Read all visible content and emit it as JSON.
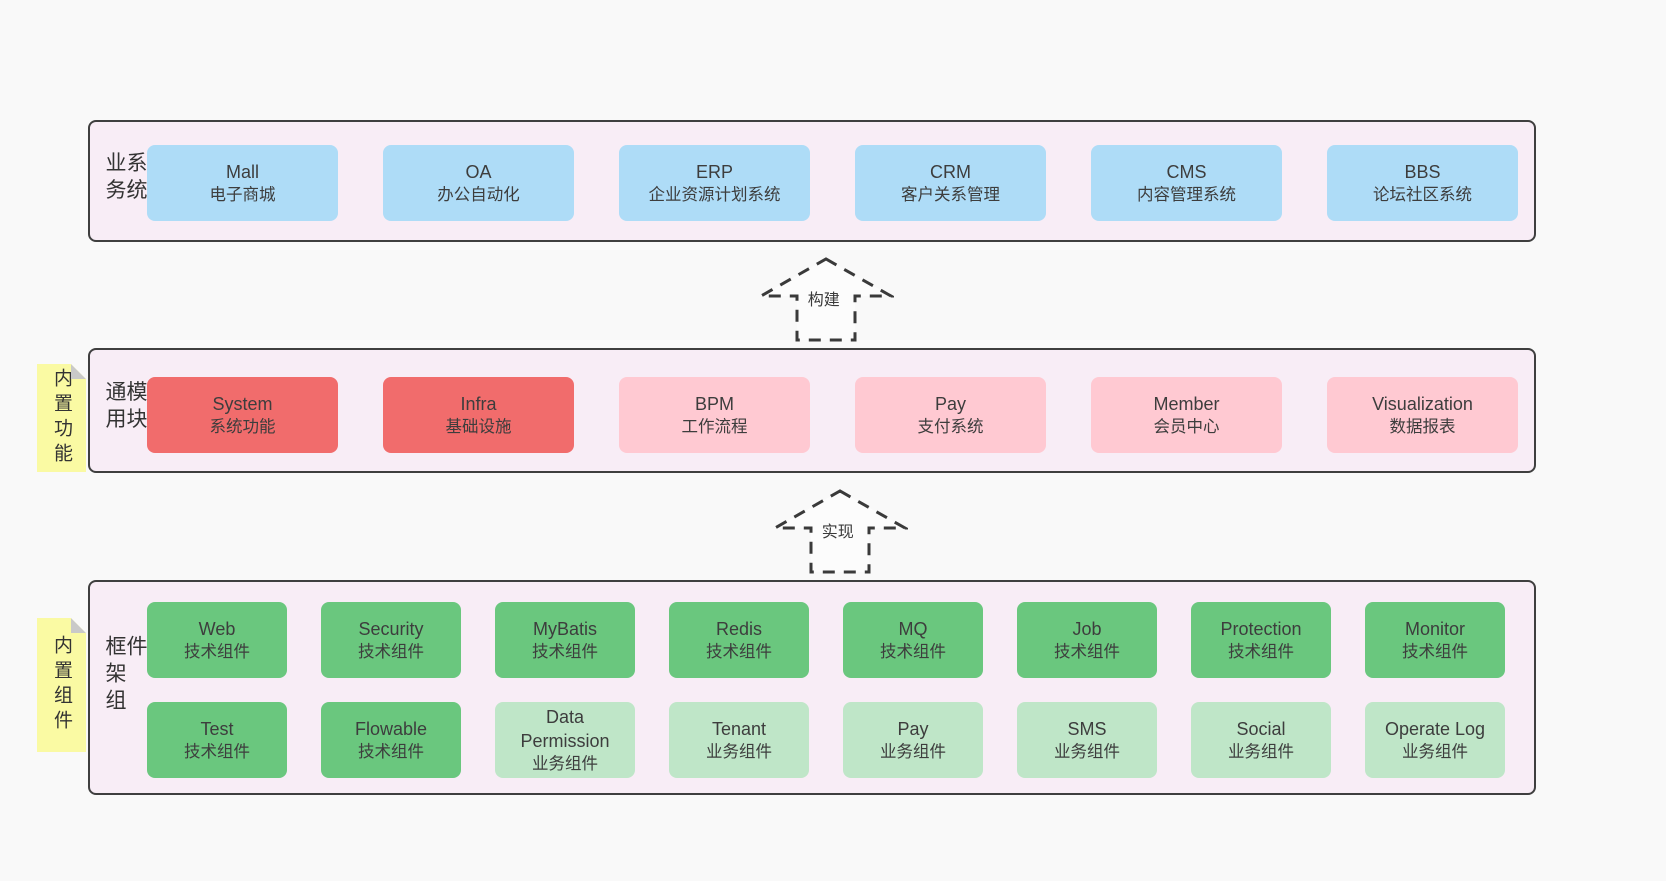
{
  "colors": {
    "page-bg": "#f9f9f9",
    "panel-bg": "#f8edf6",
    "panel-border": "#3f3f3f",
    "box-blue": "#aedcf7",
    "box-red": "#f16c6c",
    "box-pink": "#ffc9d2",
    "box-green": "#6ac77e",
    "box-green-light": "#bfe6c8",
    "sticky-yellow": "#fafaa3",
    "sticky-fold": "#c9c9c9",
    "text": "#3d3d3d"
  },
  "arrows": {
    "build": {
      "label": "构建"
    },
    "implement": {
      "label": "实现"
    }
  },
  "layers": {
    "business": {
      "label": "业务系统",
      "boxes": [
        {
          "title": "Mall",
          "subtitle": "电子商城"
        },
        {
          "title": "OA",
          "subtitle": "办公自动化"
        },
        {
          "title": "ERP",
          "subtitle": "企业资源计划系统"
        },
        {
          "title": "CRM",
          "subtitle": "客户关系管理"
        },
        {
          "title": "CMS",
          "subtitle": "内容管理系统"
        },
        {
          "title": "BBS",
          "subtitle": "论坛社区系统"
        }
      ]
    },
    "modules": {
      "label": "通用模块",
      "sticky": "内置功能",
      "boxes": [
        {
          "title": "System",
          "subtitle": "系统功能"
        },
        {
          "title": "Infra",
          "subtitle": "基础设施"
        },
        {
          "title": "BPM",
          "subtitle": "工作流程"
        },
        {
          "title": "Pay",
          "subtitle": "支付系统"
        },
        {
          "title": "Member",
          "subtitle": "会员中心"
        },
        {
          "title": "Visualization",
          "subtitle": "数据报表"
        }
      ]
    },
    "components": {
      "label": "框架组件",
      "sticky": "内置组件",
      "row1": [
        {
          "title": "Web",
          "subtitle": "技术组件"
        },
        {
          "title": "Security",
          "subtitle": "技术组件"
        },
        {
          "title": "MyBatis",
          "subtitle": "技术组件"
        },
        {
          "title": "Redis",
          "subtitle": "技术组件"
        },
        {
          "title": "MQ",
          "subtitle": "技术组件"
        },
        {
          "title": "Job",
          "subtitle": "技术组件"
        },
        {
          "title": "Protection",
          "subtitle": "技术组件"
        },
        {
          "title": "Monitor",
          "subtitle": "技术组件"
        }
      ],
      "row2": [
        {
          "title": "Test",
          "subtitle": "技术组件"
        },
        {
          "title": "Flowable",
          "subtitle": "技术组件"
        },
        {
          "title": "Data Permission",
          "subtitle": "业务组件"
        },
        {
          "title": "Tenant",
          "subtitle": "业务组件"
        },
        {
          "title": "Pay",
          "subtitle": "业务组件"
        },
        {
          "title": "SMS",
          "subtitle": "业务组件"
        },
        {
          "title": "Social",
          "subtitle": "业务组件"
        },
        {
          "title": "Operate Log",
          "subtitle": "业务组件"
        }
      ]
    }
  }
}
